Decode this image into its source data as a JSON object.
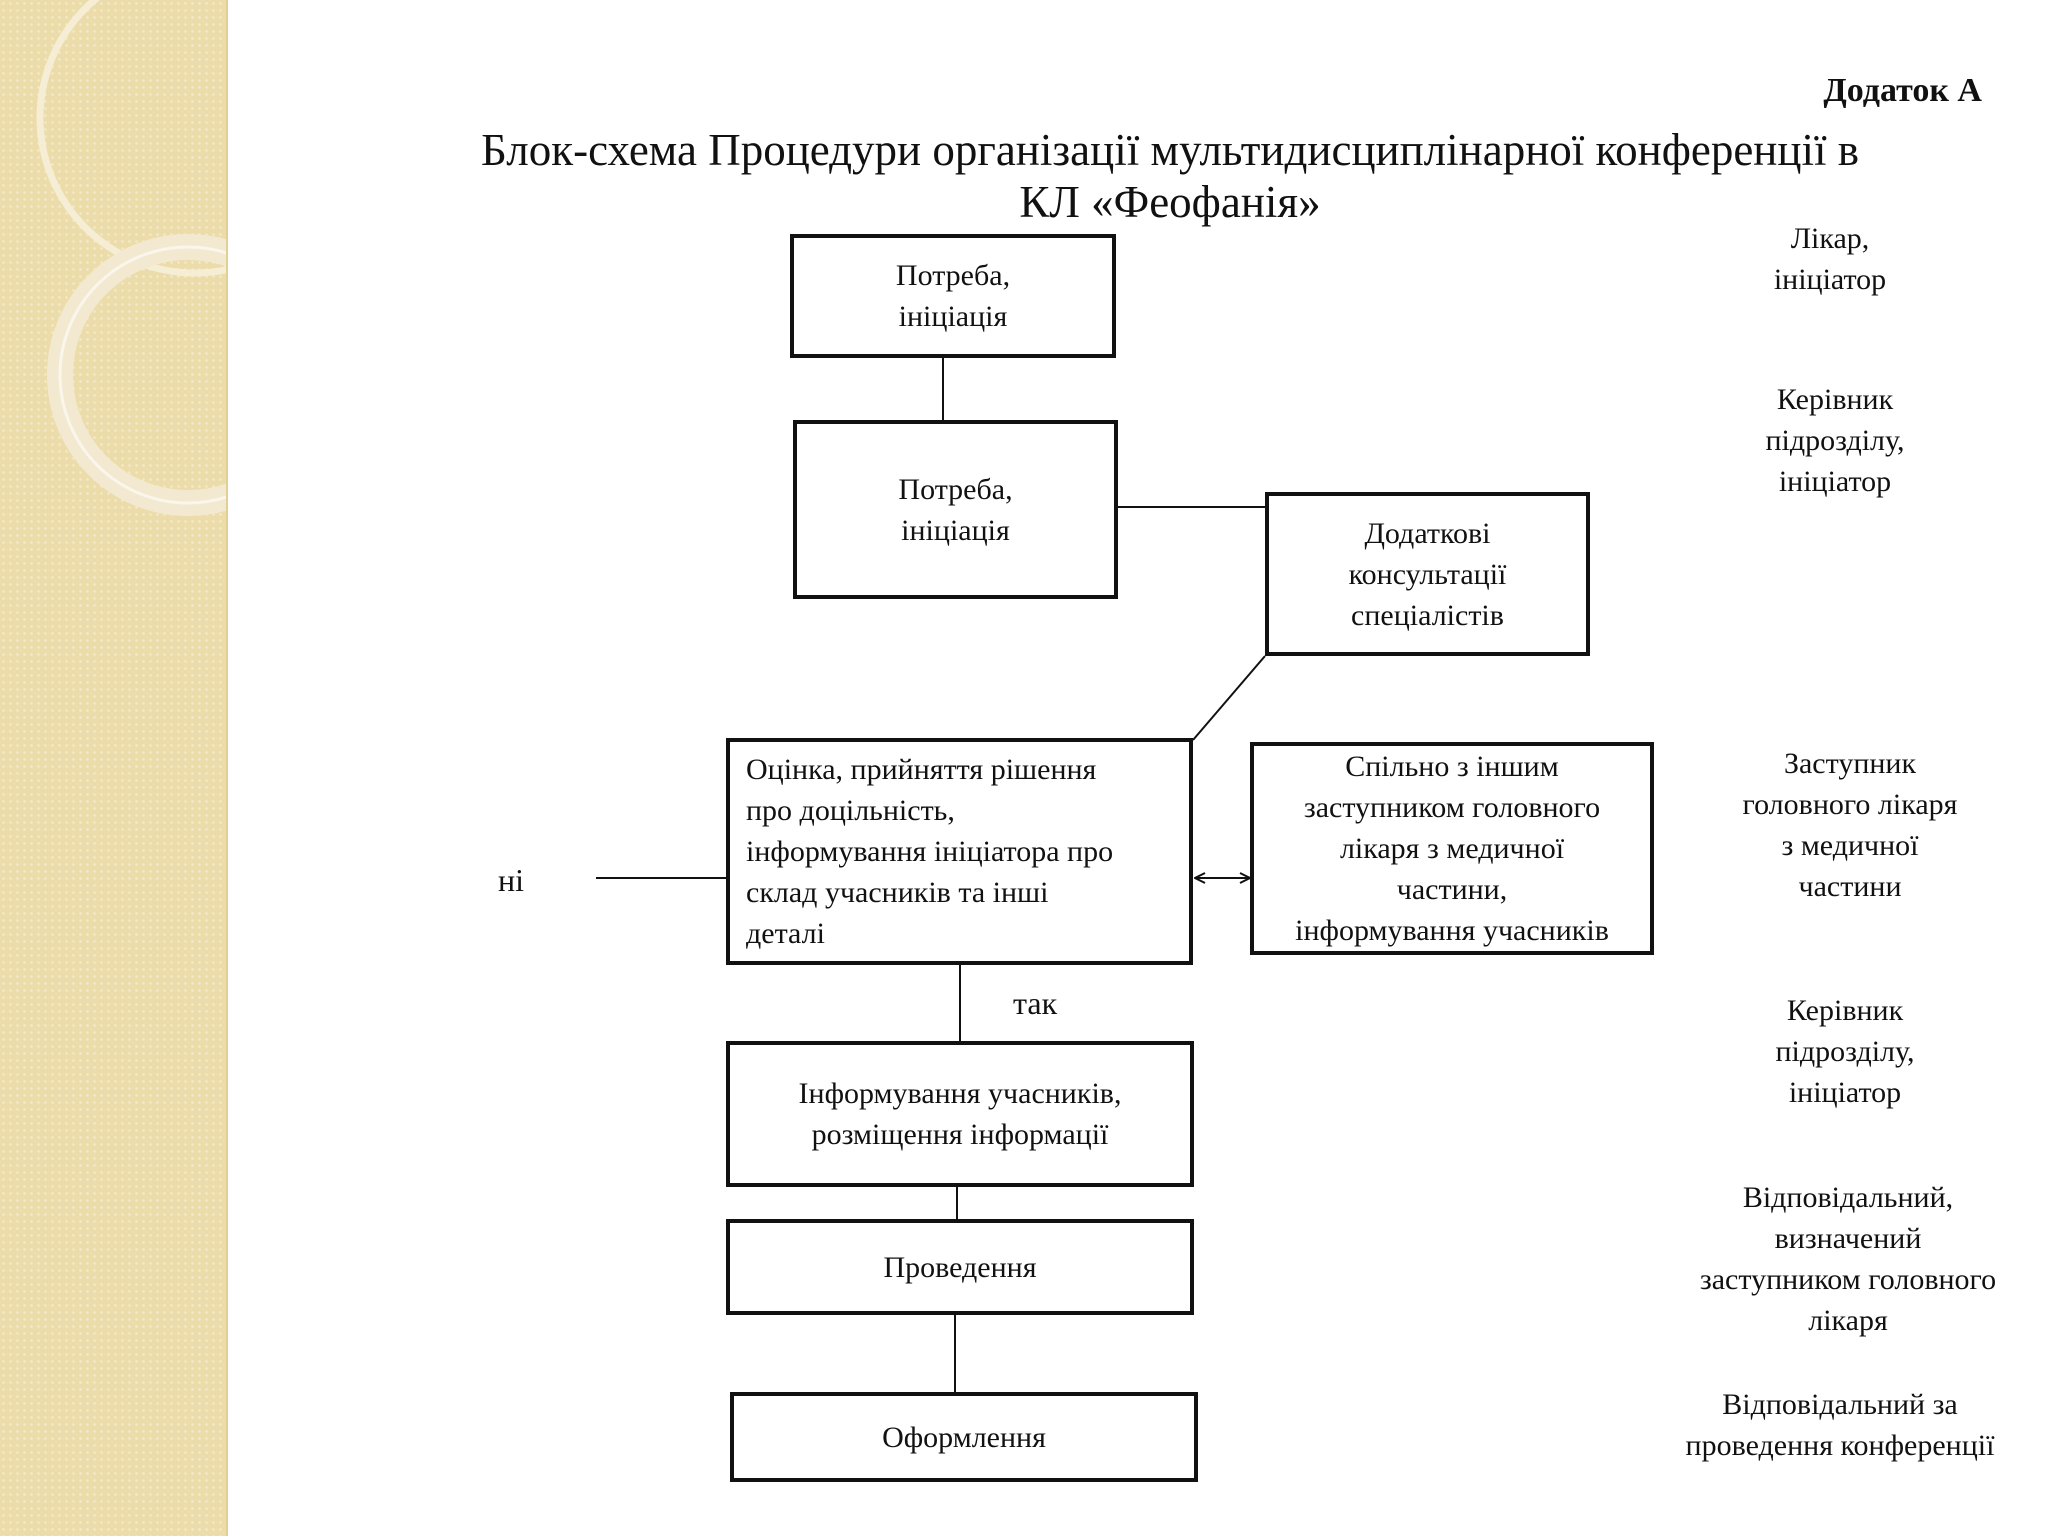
{
  "header": {
    "appendix": "Додаток А",
    "title_line1": "Блок-схема Процедури організації мультидисциплінарної конференції в",
    "title_line2": "КЛ «Феофанія»"
  },
  "boxes": {
    "need_1": [
      "Потреба,",
      "ініціація"
    ],
    "need_2": [
      "Потреба,",
      "ініціація"
    ],
    "consult": [
      "Додаткові",
      "консультації",
      "спеціалістів"
    ],
    "evaluate": [
      "Оцінка, прийняття рішення",
      "про доцільність,",
      "інформування ініціатора про",
      "склад учасників та інші",
      "деталі"
    ],
    "jointly": [
      "Спільно з іншим",
      "заступником головного",
      "лікаря з медичної",
      "частини,",
      "інформування учасників"
    ],
    "inform": [
      "Інформування учасників,",
      "розміщення інформації"
    ],
    "conduct": [
      "Проведення"
    ],
    "document": [
      "Оформлення"
    ]
  },
  "labels": {
    "no": "ні",
    "yes": "так"
  },
  "roles": {
    "role_1": [
      "Лікар,",
      "ініціатор"
    ],
    "role_2": [
      "Керівник",
      "підрозділу,",
      "ініціатор"
    ],
    "role_3": [
      "Заступник",
      "головного лікаря",
      "з медичної",
      "частини"
    ],
    "role_4": [
      "Керівник",
      "підрозділу,",
      "ініціатор"
    ],
    "role_5": [
      "Відповідальний,",
      "визначений",
      "заступником головного",
      "лікаря"
    ],
    "role_6": [
      "Відповідальний за",
      "проведення конференції"
    ]
  },
  "colors": {
    "side_panel": "#ecdcaa",
    "ring": "#f4ecd4",
    "line": "#111111"
  }
}
